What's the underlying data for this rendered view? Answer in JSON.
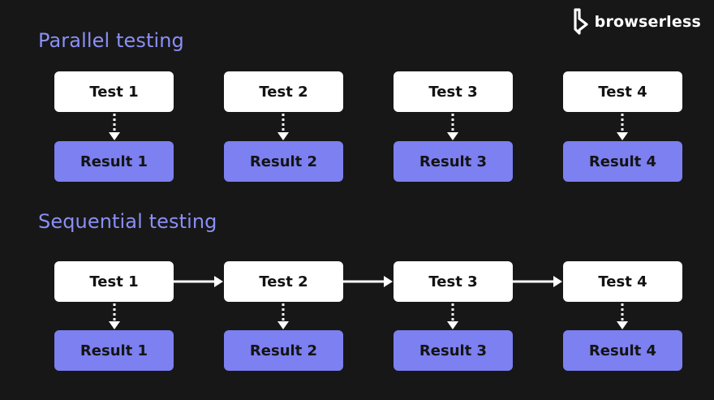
{
  "brand": {
    "name": "browserless",
    "icon": "browserless-logo-icon"
  },
  "parallel": {
    "title": "Parallel testing",
    "tests": [
      "Test 1",
      "Test 2",
      "Test 3",
      "Test 4"
    ],
    "results": [
      "Result 1",
      "Result 2",
      "Result 3",
      "Result 4"
    ]
  },
  "sequential": {
    "title": "Sequential testing",
    "tests": [
      "Test 1",
      "Test 2",
      "Test 3",
      "Test 4"
    ],
    "results": [
      "Result 1",
      "Result 2",
      "Result 3",
      "Result 4"
    ]
  },
  "colors": {
    "background": "#171717",
    "accent": "#8b8ff6",
    "result_fill": "#7c80f0",
    "test_fill": "#ffffff",
    "arrow": "#ffffff"
  }
}
